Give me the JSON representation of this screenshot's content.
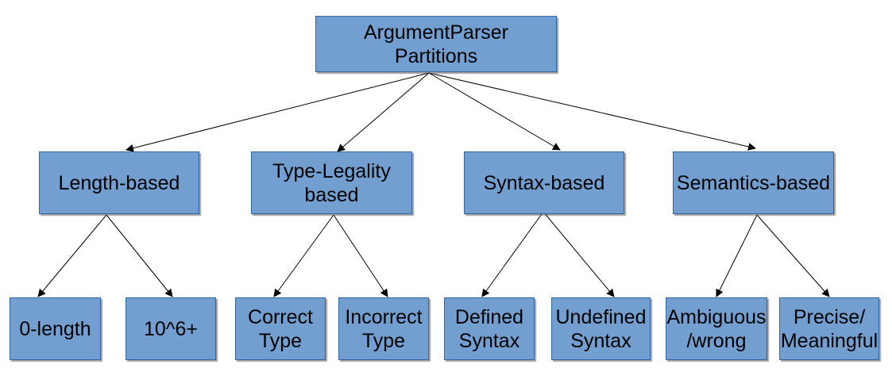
{
  "diagram": {
    "root": {
      "label": "ArgumentParser\nPartitions"
    },
    "categories": [
      {
        "label": "Length-based",
        "children": [
          "0-length",
          "10^6+"
        ]
      },
      {
        "label": "Type-Legality\nbased",
        "children": [
          "Correct\nType",
          "Incorrect\nType"
        ]
      },
      {
        "label": "Syntax-based",
        "children": [
          "Defined\nSyntax",
          "Undefined\nSyntax"
        ]
      },
      {
        "label": "Semantics-based",
        "children": [
          "Ambiguous\n/wrong",
          "Precise/\nMeaningful"
        ]
      }
    ]
  },
  "colors": {
    "node_fill": "#729fcf",
    "node_border": "#3465a4",
    "edge": "#000000"
  }
}
